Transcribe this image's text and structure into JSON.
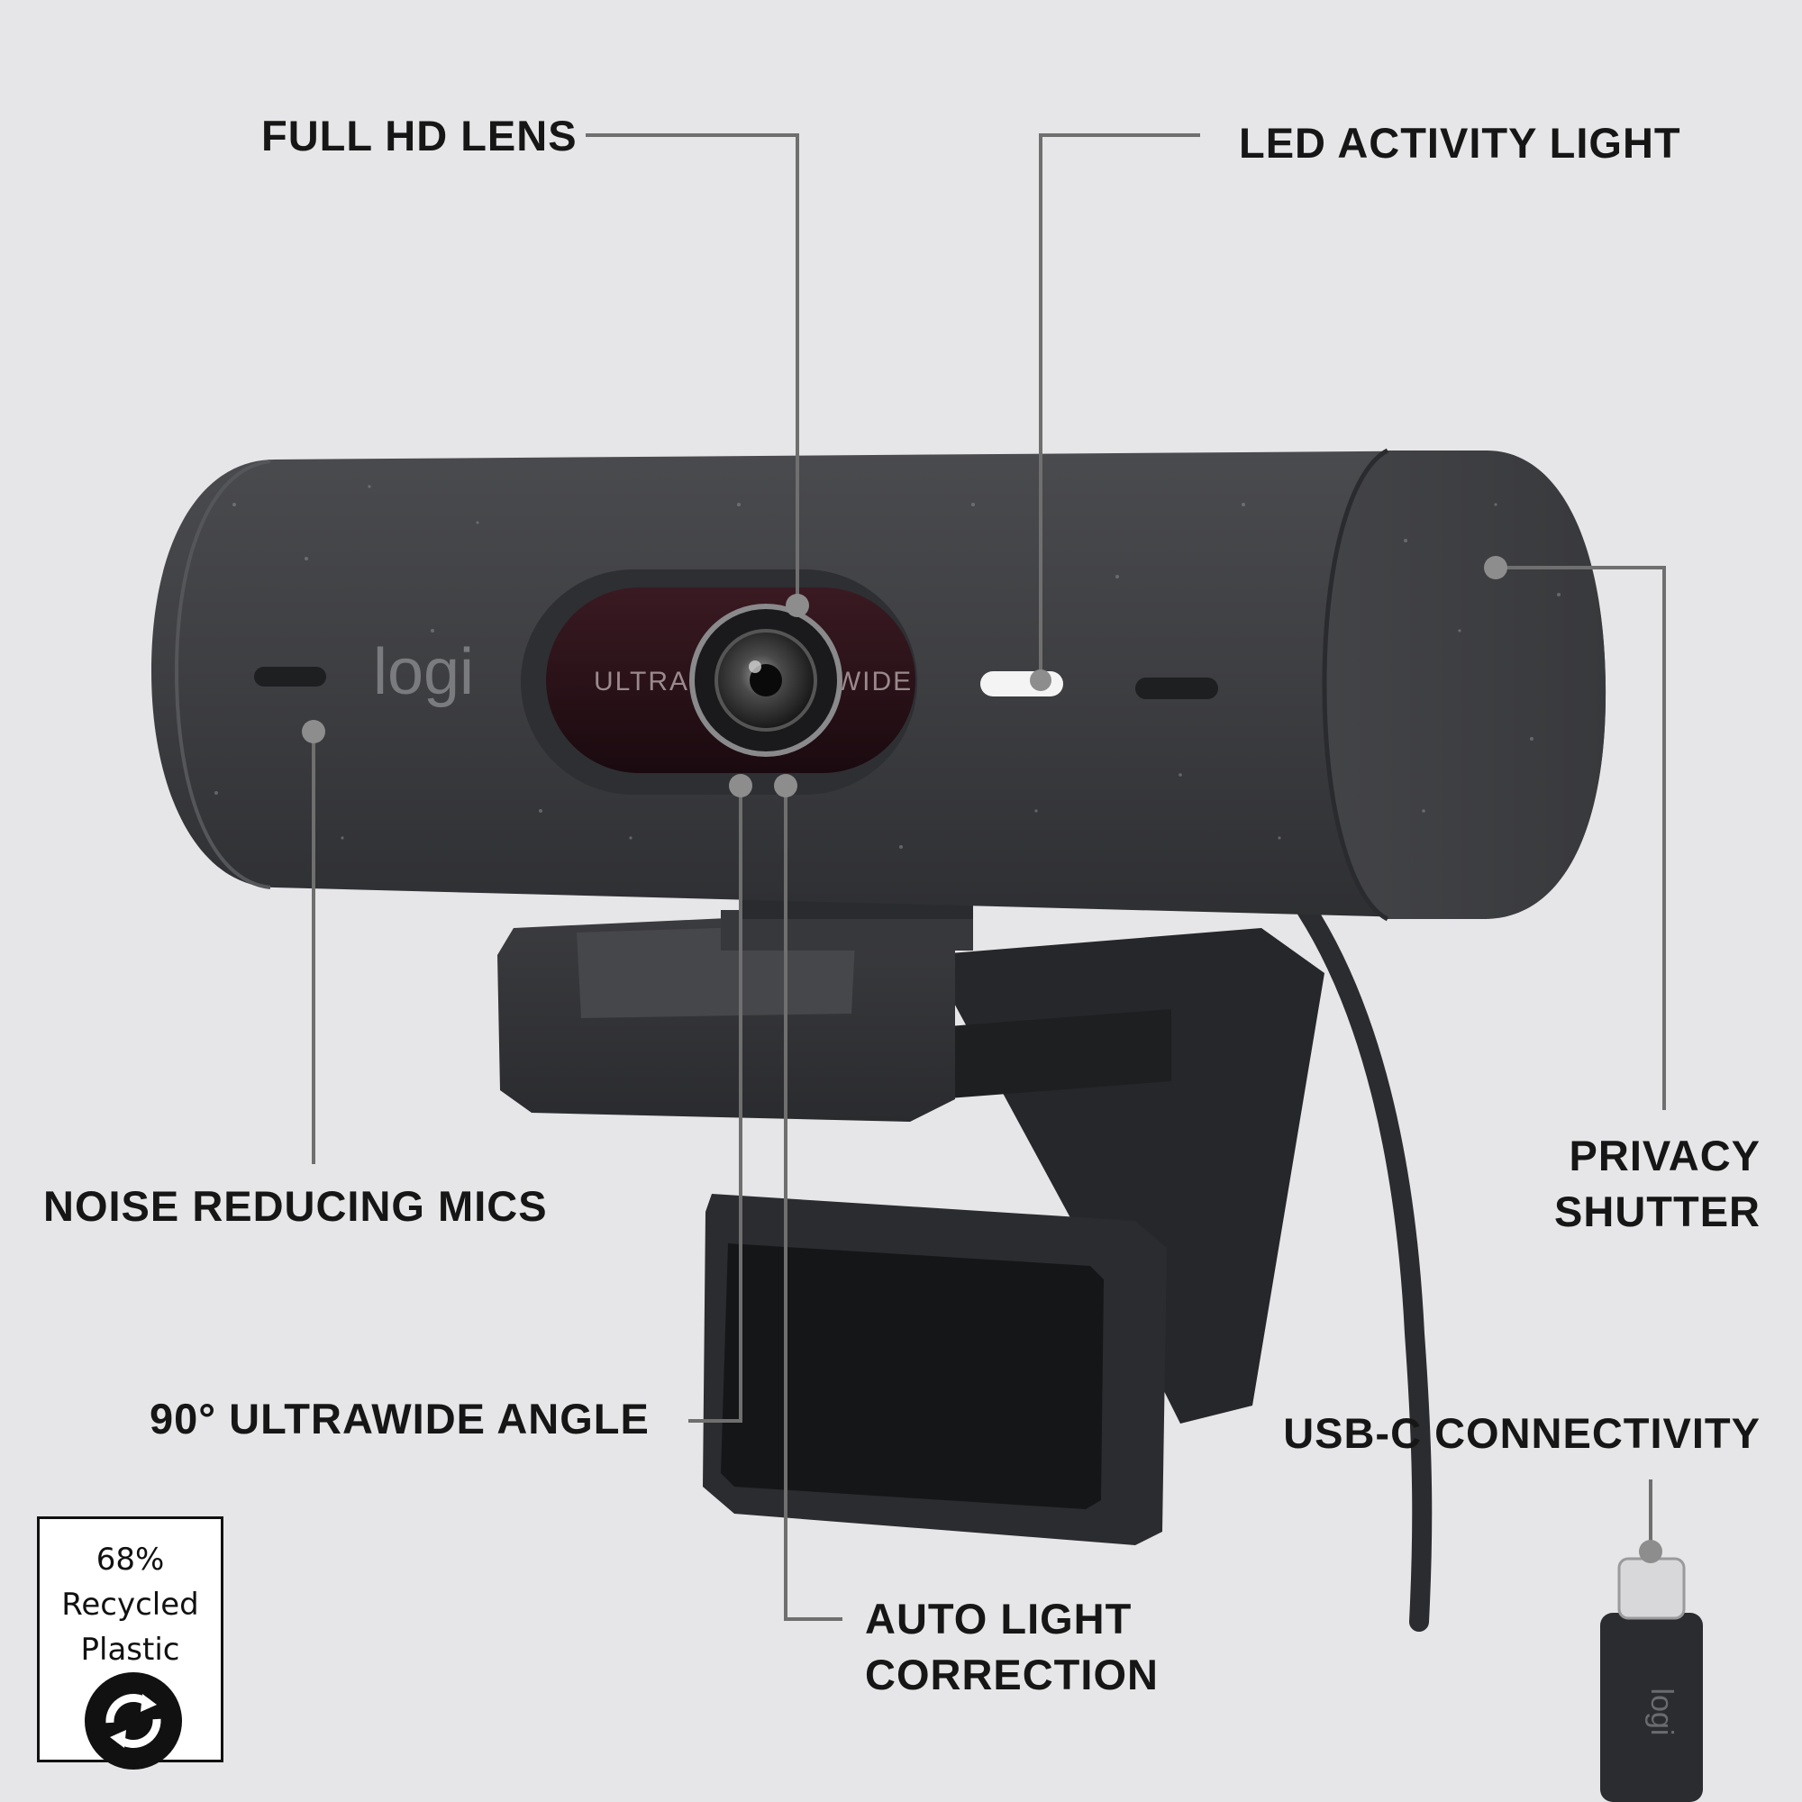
{
  "image": {
    "subject": "webcam",
    "brand_logo": "logi",
    "lens_ring_text_left": "ULTRA",
    "lens_ring_text_right": "WIDE",
    "cable_brand": "logi",
    "colors": {
      "background": "#e6e6e8",
      "body": "#3e3f42",
      "callout_line": "#6f6f6f",
      "label_text": "#161616"
    }
  },
  "callouts": {
    "full_hd_lens": "FULL HD LENS",
    "led_activity_light": "LED ACTIVITY LIGHT",
    "noise_reducing_mics": "NOISE REDUCING MICS",
    "privacy_shutter_line1": "PRIVACY",
    "privacy_shutter_line2": "SHUTTER",
    "ultrawide_angle": "90° ULTRAWIDE ANGLE",
    "usb_c_connectivity": "USB-C CONNECTIVITY",
    "auto_light_line1": "AUTO LIGHT",
    "auto_light_line2": "CORRECTION"
  },
  "badge": {
    "line1": "68%",
    "line2": "Recycled",
    "line3": "Plastic",
    "icon": "recycle-arrows-icon"
  }
}
